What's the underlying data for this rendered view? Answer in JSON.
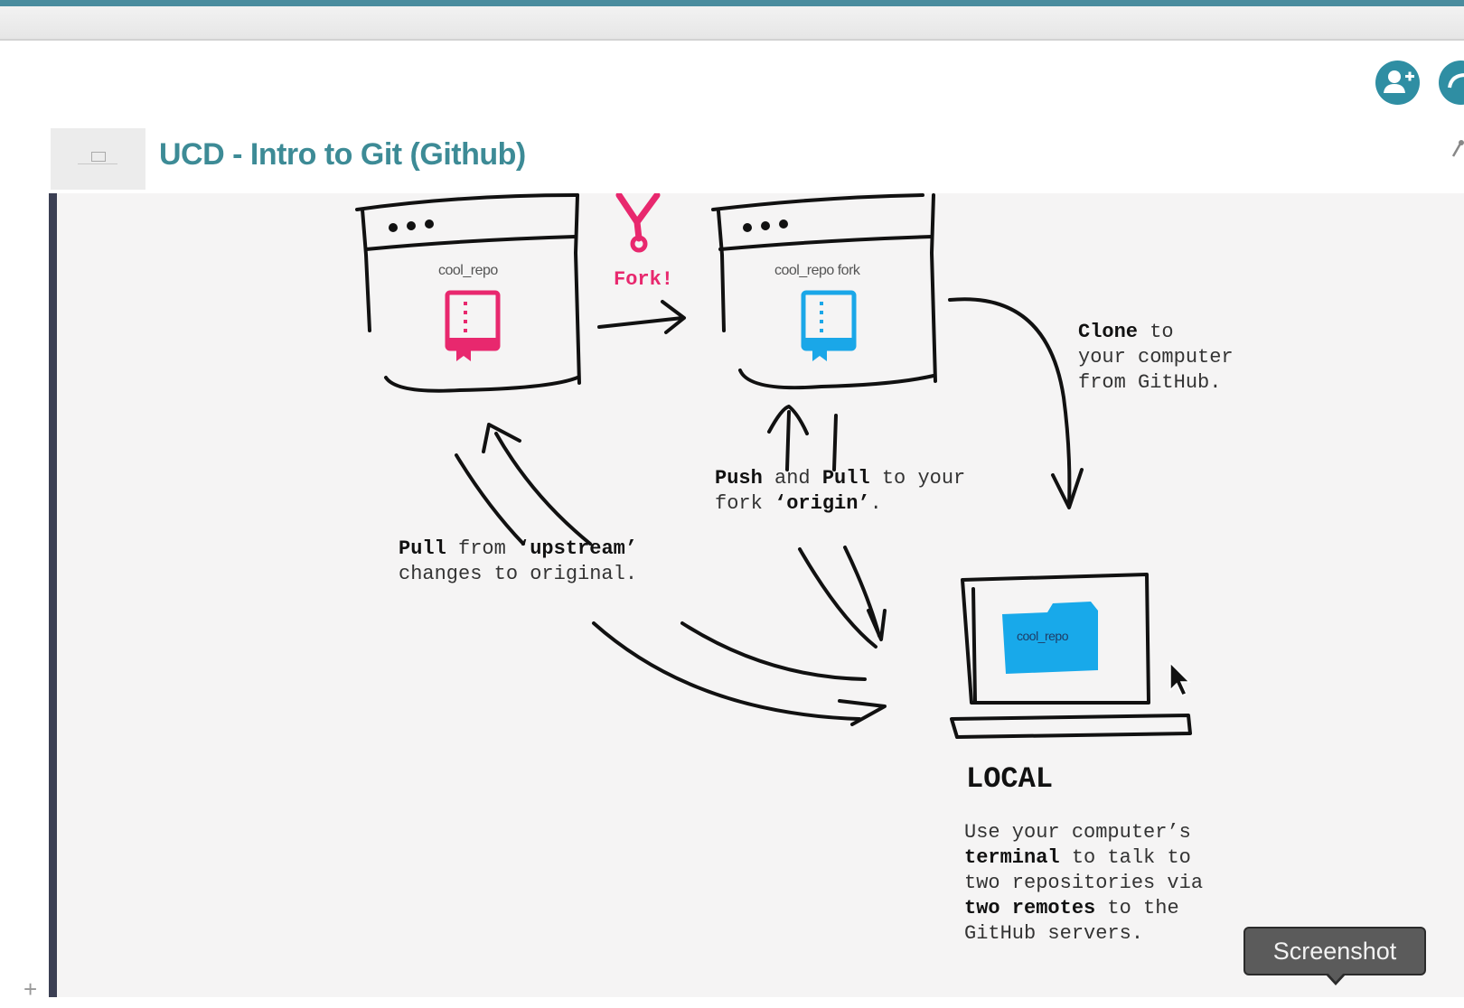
{
  "header": {
    "title": "UCD - Intro to Git (Github)",
    "add_user_icon": "add-user-icon",
    "share_icon": "share-icon",
    "pin_icon": "pin-icon"
  },
  "colors": {
    "accent": "#2f8ea3",
    "title": "#3d8b96",
    "upstream_repo": "#e8286e",
    "fork_repo": "#1aa7e8",
    "local_folder": "#18a9ea",
    "slide_border": "#3b3f53"
  },
  "diagram": {
    "upstream_repo_label": "cool_repo",
    "fork_label": "Fork!",
    "fork_repo_label": "cool_repo fork",
    "clone_text": [
      "Clone",
      " to",
      "your computer",
      "from GitHub."
    ],
    "push_pull_text": [
      "Push",
      " and ",
      "Pull",
      " to your",
      "fork ",
      "‘origin’",
      "."
    ],
    "pull_upstream_text": [
      "Pull",
      " from ",
      "‘upstream’",
      "changes to original."
    ],
    "local_folder_label": "cool_repo",
    "local_title": "LOCAL",
    "local_desc": [
      "Use your computer’s",
      "terminal",
      " to talk to",
      "two repositories via",
      "two remotes",
      " to the",
      "GitHub servers."
    ]
  },
  "tooltip": {
    "label": "Screenshot"
  }
}
